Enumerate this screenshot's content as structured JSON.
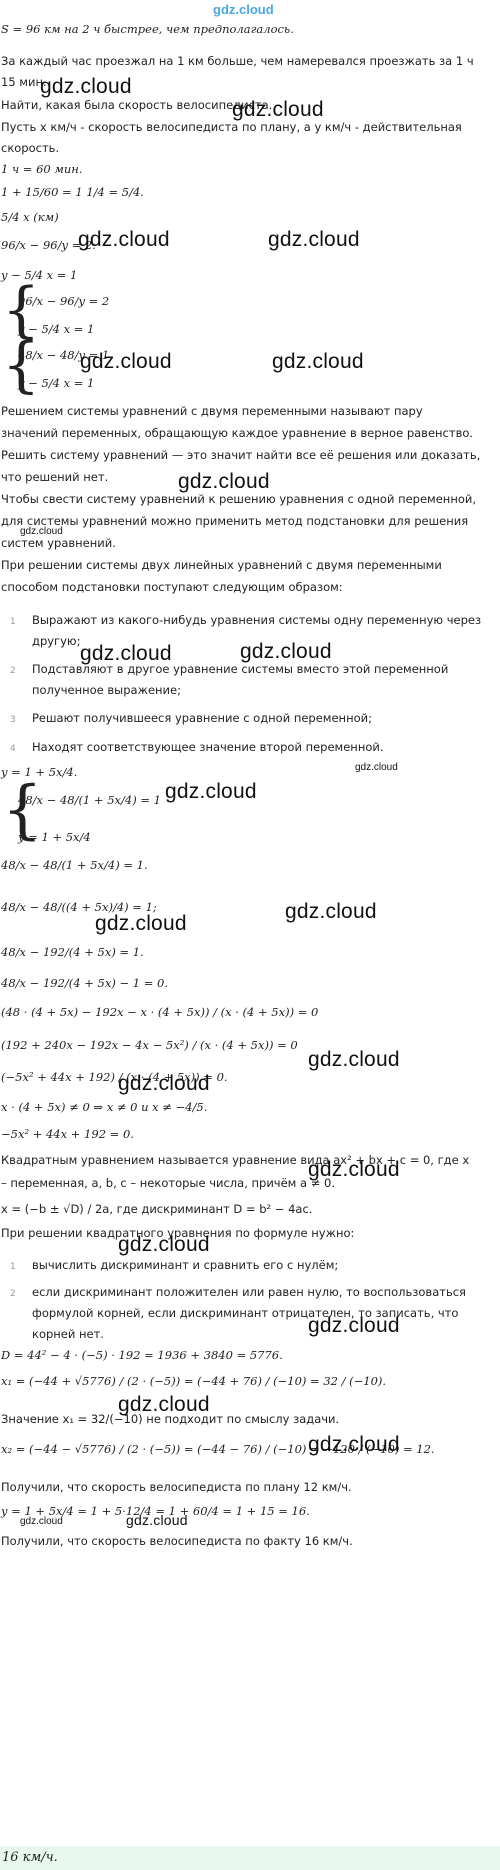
{
  "header": {
    "logo": "gdz.cloud"
  },
  "watermark": "gdz.cloud",
  "lines": {
    "l01": "S = 96 км на 2 ч быстрее, чем предполагалось.",
    "l02a": "За каждый час проезжал на 1 км больше, чем намеревался проезжать за 1 ч",
    "l02b": "15 мин.",
    "l03": "Найти, какая была скорость велосипедиста.",
    "l04a": "Пусть x км/ч - скорость велосипедиста по плану, а y км/ч - действительная",
    "l04b": "скорость.",
    "l05": "1 ч = 60 мин.",
    "l06": "1 + 15/60 = 1 1/4 = 5/4.",
    "l07": "5/4 x (км)",
    "l08": "96/x − 96/y = 2.",
    "l09": "y − 5/4 x = 1",
    "sys1a": "96/x − 96/y = 2",
    "sys1b": "y − 5/4 x = 1",
    "sys2a": "48/x − 48/y = 1",
    "sys2b": "y − 5/4 x = 1",
    "p1": "Решением системы уравнений с двумя переменными называют пару",
    "p1b": "значений переменных, обращающую каждое уравнение в верное равенство.",
    "p2": "Решить систему уравнений — это значит найти все её решения или доказать,",
    "p2b": "что решений нет.",
    "p3": "Чтобы свести систему уравнений к решению уравнения с одной переменной,",
    "p3b": "для системы уравнений можно применить метод подстановки для решения",
    "p3c": "систем уравнений.",
    "p4": "При решении системы двух линейных уравнений с двумя переменными",
    "p4b": "способом подстановки поступают следующим образом:",
    "steps": [
      {
        "n": "1",
        "t": "Выражают из какого-нибудь уравнения системы одну переменную через другую;"
      },
      {
        "n": "2",
        "t": "Подставляют в другое уравнение системы вместо этой переменной полученное выражение;"
      },
      {
        "n": "3",
        "t": "Решают получившееся уравнение с одной переменной;"
      },
      {
        "n": "4",
        "t": "Находят соответствующее значение второй переменной."
      }
    ],
    "e01": "y = 1 + 5x/4.",
    "e02": "48/x − 48/(1 + 5x/4) = 1",
    "e03": "y = 1 + 5x/4",
    "e04": "48/x − 48/(1 + 5x/4) = 1.",
    "e05": "48/x − 48/((4 + 5x)/4) = 1;",
    "e06": "48/x − 192/(4 + 5x) = 1.",
    "e07": "48/x − 192/(4 + 5x) − 1 = 0.",
    "e08": "(48 · (4 + 5x) − 192x − x · (4 + 5x)) / (x · (4 + 5x)) = 0",
    "e09": "(192 + 240x − 192x − 4x − 5x²) / (x · (4 + 5x)) = 0",
    "e10": "(−5x² + 44x + 192) / (x · (4 + 5x)) = 0.",
    "e11": "x · (4 + 5x) ≠ 0 ⇒ x ≠ 0 и x ≠ −4/5.",
    "e12": "−5x² + 44x + 192 = 0.",
    "q1": "Квадратным уравнением называется уравнение вида ax² + bx + c = 0, где x",
    "q1b": "– переменная, a, b, c – некоторые числа, причём a ≠ 0.",
    "q2": "x = (−b ± √D) / 2a, где дискриминант D = b² − 4ac.",
    "q3": "При решении квадратного уравнения по формуле нужно:",
    "qsteps": [
      {
        "n": "1",
        "t": "вычислить дискриминант и сравнить его с нулём;"
      },
      {
        "n": "2",
        "t": "если дискриминант положителен или равен нулю, то воспользоваться формулой корней, если дискриминант отрицателен, то записать, что корней нет."
      }
    ],
    "d1": "D = 44² − 4 · (−5) · 192 = 1936 + 3840 = 5776.",
    "x1": "x₁ = (−44 + √5776) / (2 · (−5)) = (−44 + 76) / (−10) = 32 / (−10).",
    "x1c": "Значение x₁ = 32/(−10) не подходит по смыслу задачи.",
    "x2": "x₂ = (−44 − √5776) / (2 · (−5)) = (−44 − 76) / (−10) = −120 / (−10) = 12.",
    "r1": "Получили, что скорость велосипедиста по плану 12 км/ч.",
    "r2": "y = 1 + 5x/4 = 1 + 5·12/4 = 1 + 60/4 = 1 + 15 = 16.",
    "r3": "Получили, что скорость велосипедиста по факту 16 км/ч."
  },
  "answer": "16 км/ч."
}
